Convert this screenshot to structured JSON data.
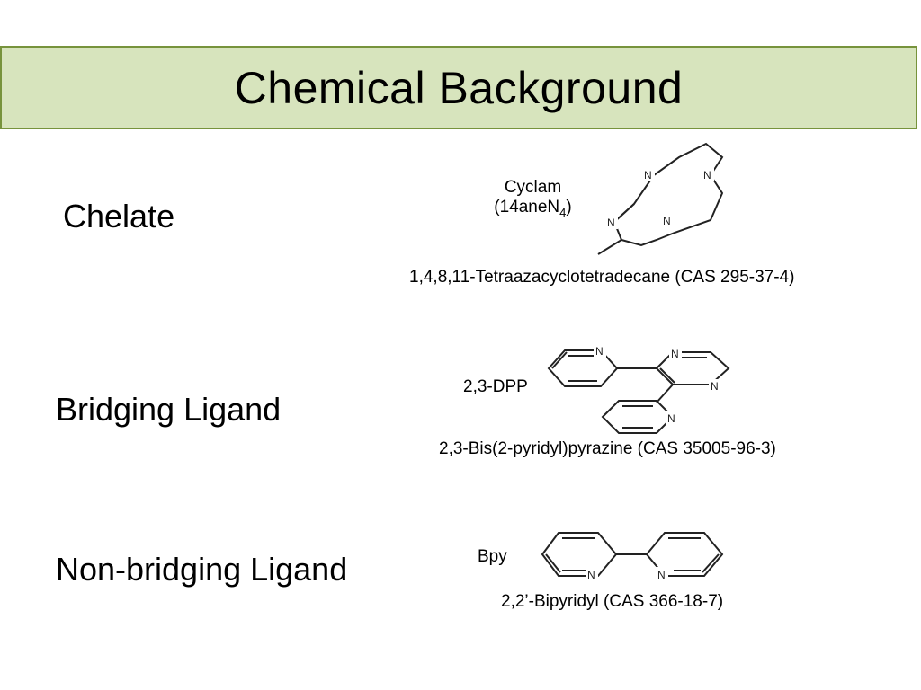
{
  "title": "Chemical Background",
  "rows": [
    {
      "category": "Chelate",
      "short_name": "Cyclam",
      "formula_main": "(14aneN",
      "formula_sub": "4",
      "formula_close": ")",
      "full_name": "1,4,8,11-Tetraazacyclotetradecane (CAS 295-37-4)"
    },
    {
      "category": "Bridging Ligand",
      "short_name": "2,3-DPP",
      "full_name": "2,3-Bis(2-pyridyl)pyrazine (CAS 35005-96-3)"
    },
    {
      "category": "Non-bridging Ligand",
      "short_name": "Bpy",
      "full_name": "2,2’-Bipyridyl (CAS 366-18-7)"
    }
  ],
  "atom_label": "N"
}
